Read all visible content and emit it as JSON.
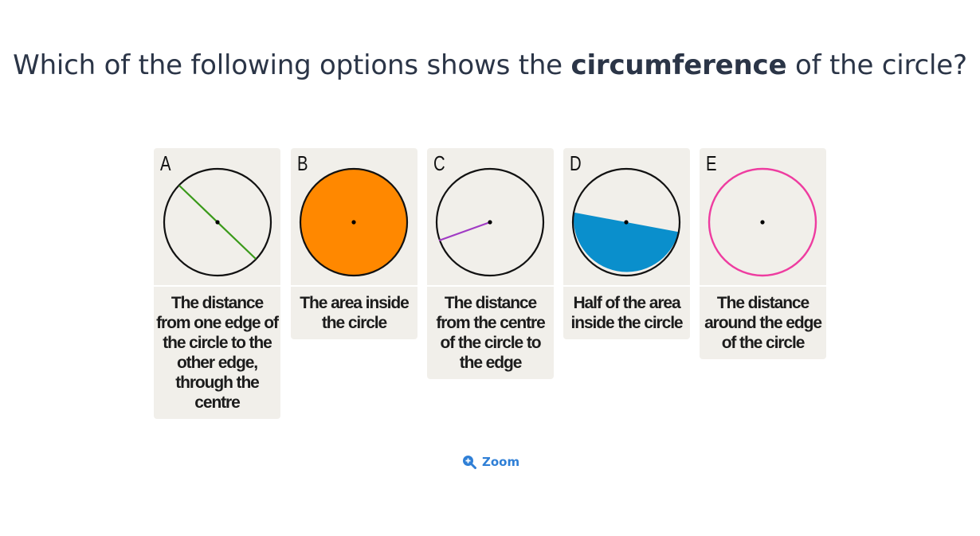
{
  "question": {
    "prefix": "Which of the following options shows the ",
    "emphasis": "circumference",
    "suffix": " of the circle?"
  },
  "options": [
    {
      "letter": "A",
      "caption": "The distance from one edge of the circle to the other edge, through the centre",
      "figure": "diameter",
      "color": "#3a9a1a"
    },
    {
      "letter": "B",
      "caption": "The area inside the circle",
      "figure": "area",
      "color": "#ff8800"
    },
    {
      "letter": "C",
      "caption": "The distance from the centre of the circle to the edge",
      "figure": "radius",
      "color": "#a03bc4"
    },
    {
      "letter": "D",
      "caption": "Half of the area inside the circle",
      "figure": "half-area",
      "color": "#0a8fcc"
    },
    {
      "letter": "E",
      "caption": "The distance around the edge of the circle",
      "figure": "circumference",
      "color": "#ee3ca0"
    }
  ],
  "zoom": {
    "label": "Zoom",
    "icon": "zoom-in-icon"
  }
}
